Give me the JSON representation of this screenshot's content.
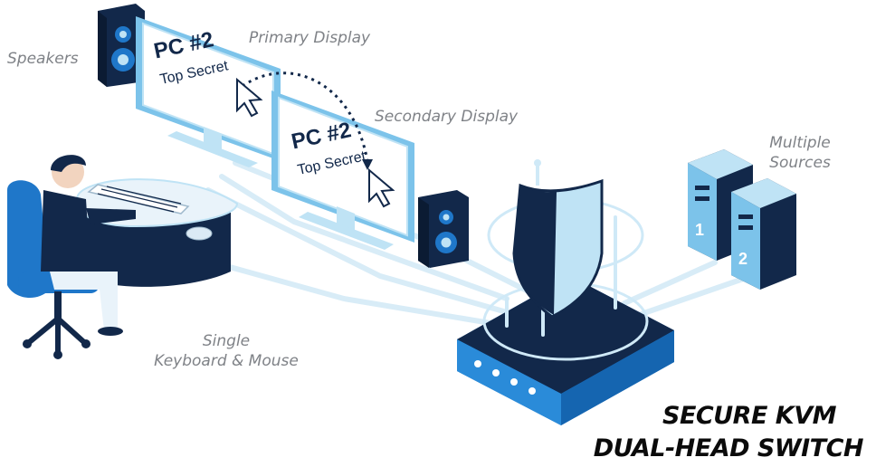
{
  "labels": {
    "speakers": "Speakers",
    "primary_display": "Primary Display",
    "secondary_display": "Secondary Display",
    "multiple_sources_line1": "Multiple",
    "multiple_sources_line2": "Sources",
    "keyboard_mouse_line1": "Single",
    "keyboard_mouse_line2": "Keyboard & Mouse"
  },
  "screens": {
    "primary": {
      "pc": "PC #2",
      "classification": "Top Secret"
    },
    "secondary": {
      "pc": "PC #2",
      "classification": "Top Secret"
    }
  },
  "servers": [
    "1",
    "2"
  ],
  "title": {
    "line1": "SECURE KVM",
    "line2": "DUAL-HEAD SWITCH"
  },
  "colors": {
    "navy": "#12284a",
    "blue": "#1f77c9",
    "light_blue": "#bfe3f5",
    "cable": "#d8ecf7",
    "label_gray": "#7f8287"
  }
}
